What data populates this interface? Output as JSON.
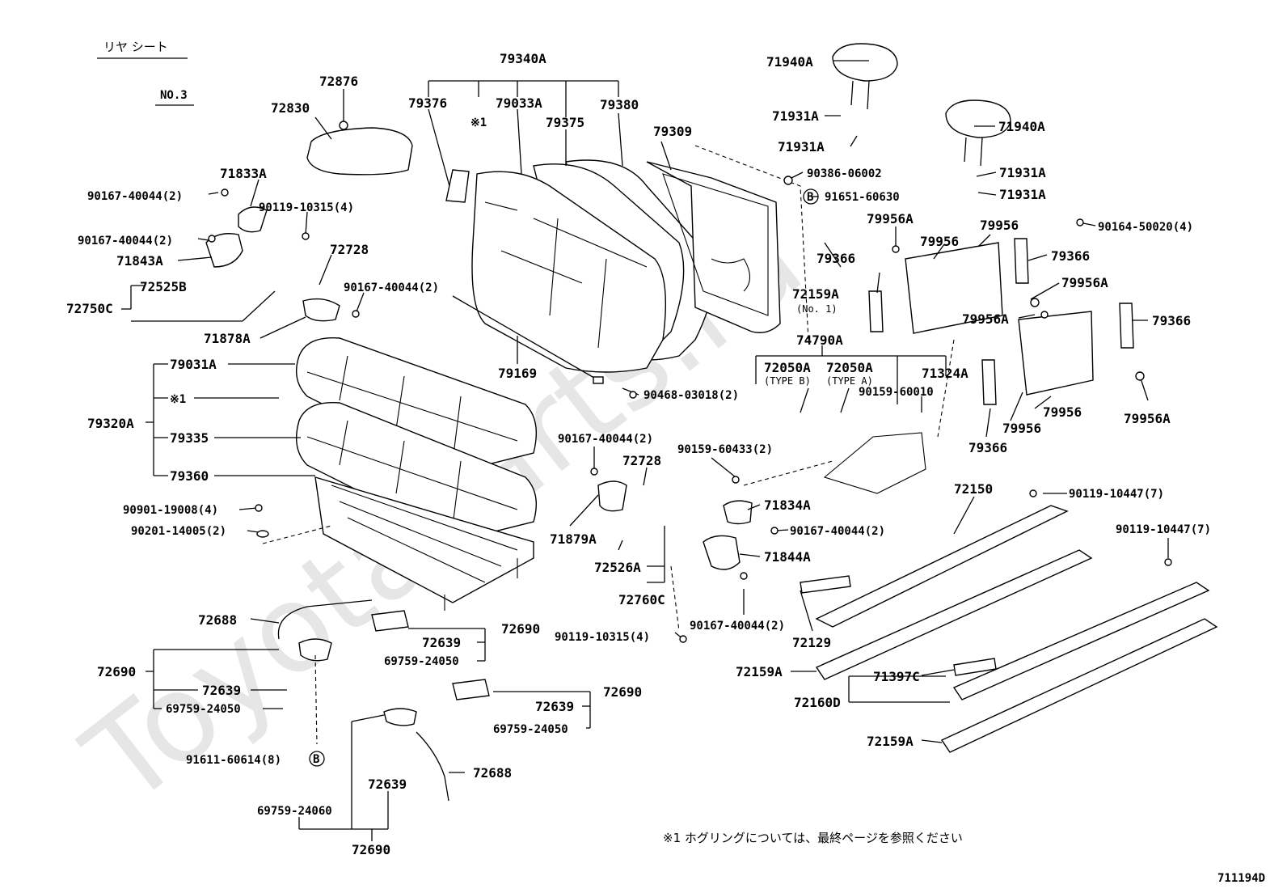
{
  "header": {
    "title": "リヤ シート",
    "subtitle": "NO.3"
  },
  "watermark": "ToyotaParts.ru",
  "footnote": "※1  ホグリングについては、最終ページを参照ください",
  "figure_code": "711194D",
  "callouts": {
    "c79340A": "79340A",
    "c79376": "79376",
    "c79033A": "79033A",
    "c79375": "79375",
    "c79380": "79380",
    "c79309": "79309",
    "c72876": "72876",
    "c72830": "72830",
    "c71833A": "71833A",
    "c90167_40044_2_a": "90167-40044(2)",
    "c90119_10315_4_a": "90119-10315(4)",
    "c90167_40044_2_b": "90167-40044(2)",
    "c71843A": "71843A",
    "c72728_a": "72728",
    "c72525B": "72525B",
    "c90167_40044_2_c": "90167-40044(2)",
    "c72750C": "72750C",
    "c71878A": "71878A",
    "c79169": "79169",
    "c90468_03018_2": "90468-03018(2)",
    "c79031A": "79031A",
    "c note1": "※1",
    "c79320A": "79320A",
    "c79335": "79335",
    "c79360": "79360",
    "c90901_19008_4": "90901-19008(4)",
    "c90201_14005_2": "90201-14005(2)",
    "c90167_40044_2_d": "90167-40044(2)",
    "c72728_b": "72728",
    "c90159_60433_2": "90159-60433(2)",
    "c71879A": "71879A",
    "c72526A": "72526A",
    "c72760C": "72760C",
    "c90119_10315_4_b": "90119-10315(4)",
    "c71834A": "71834A",
    "c90167_40044_2_e": "90167-40044(2)",
    "c71844A": "71844A",
    "c90167_40044_2_f": "90167-40044(2)",
    "c72129": "72129",
    "c72159A_a": "72159A",
    "c71397C": "71397C",
    "c72160D": "72160D",
    "c72159A_b": "72159A",
    "c72150": "72150",
    "c90119_10447_7_a": "90119-10447(7)",
    "c90119_10447_7_b": "90119-10447(7)",
    "c71940A_a": "71940A",
    "c71931A_a": "71931A",
    "c71931A_b": "71931A",
    "c90386_06002": "90386-06002",
    "c91651_60630": "91651-60630",
    "c71940A_b": "71940A",
    "c71931A_c": "71931A",
    "c71931A_d": "71931A",
    "c79956A_a": "79956A",
    "c79956_a": "79956",
    "c79956_b": "79956",
    "c90164_50020_4": "90164-50020(4)",
    "c79366_a": "79366",
    "c79366_b": "79366",
    "c79956A_b": "79956A",
    "c72159A_no1": "72159A",
    "c no1": "(No. 1)",
    "c79956A_c": "79956A",
    "c79366_c": "79366",
    "c74790A": "74790A",
    "c72050A_a": "72050A",
    "c72050A_b": "72050A",
    "c typeB": "(TYPE B)",
    "c typeA": "(TYPE A)",
    "c71324A": "71324A",
    "c90159_60010": "90159-60010",
    "c79956_c": "79956",
    "c79956_d": "79956",
    "c79956A_d": "79956A",
    "c79366_d": "79366",
    "c72688_a": "72688",
    "c72690_a": "72690",
    "c72639_a": "72639",
    "c69759_24050_a": "69759-24050",
    "c72690_b": "72690",
    "c72639_b": "72639",
    "c69759_24050_b": "69759-24050",
    "c91611_60614_8": "91611-60614(8)",
    "c72690_c": "72690",
    "c72639_c": "72639",
    "c69759_24050_c": "69759-24050",
    "c72688_b": "72688",
    "c72639_d": "72639",
    "c69759_24060": "69759-24060",
    "c72690_d": "72690",
    "bolt_b_a": "B",
    "bolt_b_b": "B"
  }
}
